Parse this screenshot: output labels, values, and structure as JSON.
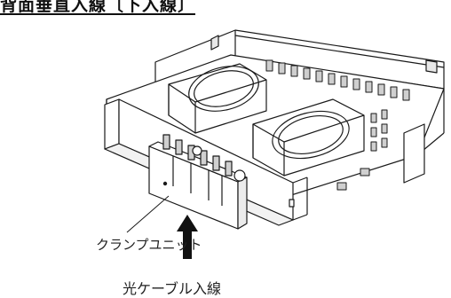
{
  "title": "背面垂直入線〔下入線〕",
  "callouts": {
    "clamp_unit": "クランプユニット",
    "cable_entry": "光ケーブル入線"
  },
  "colors": {
    "line": "#1a1a1a",
    "arrow": "#111111",
    "fill": "#ffffff",
    "shade": "#d9d9d9"
  }
}
